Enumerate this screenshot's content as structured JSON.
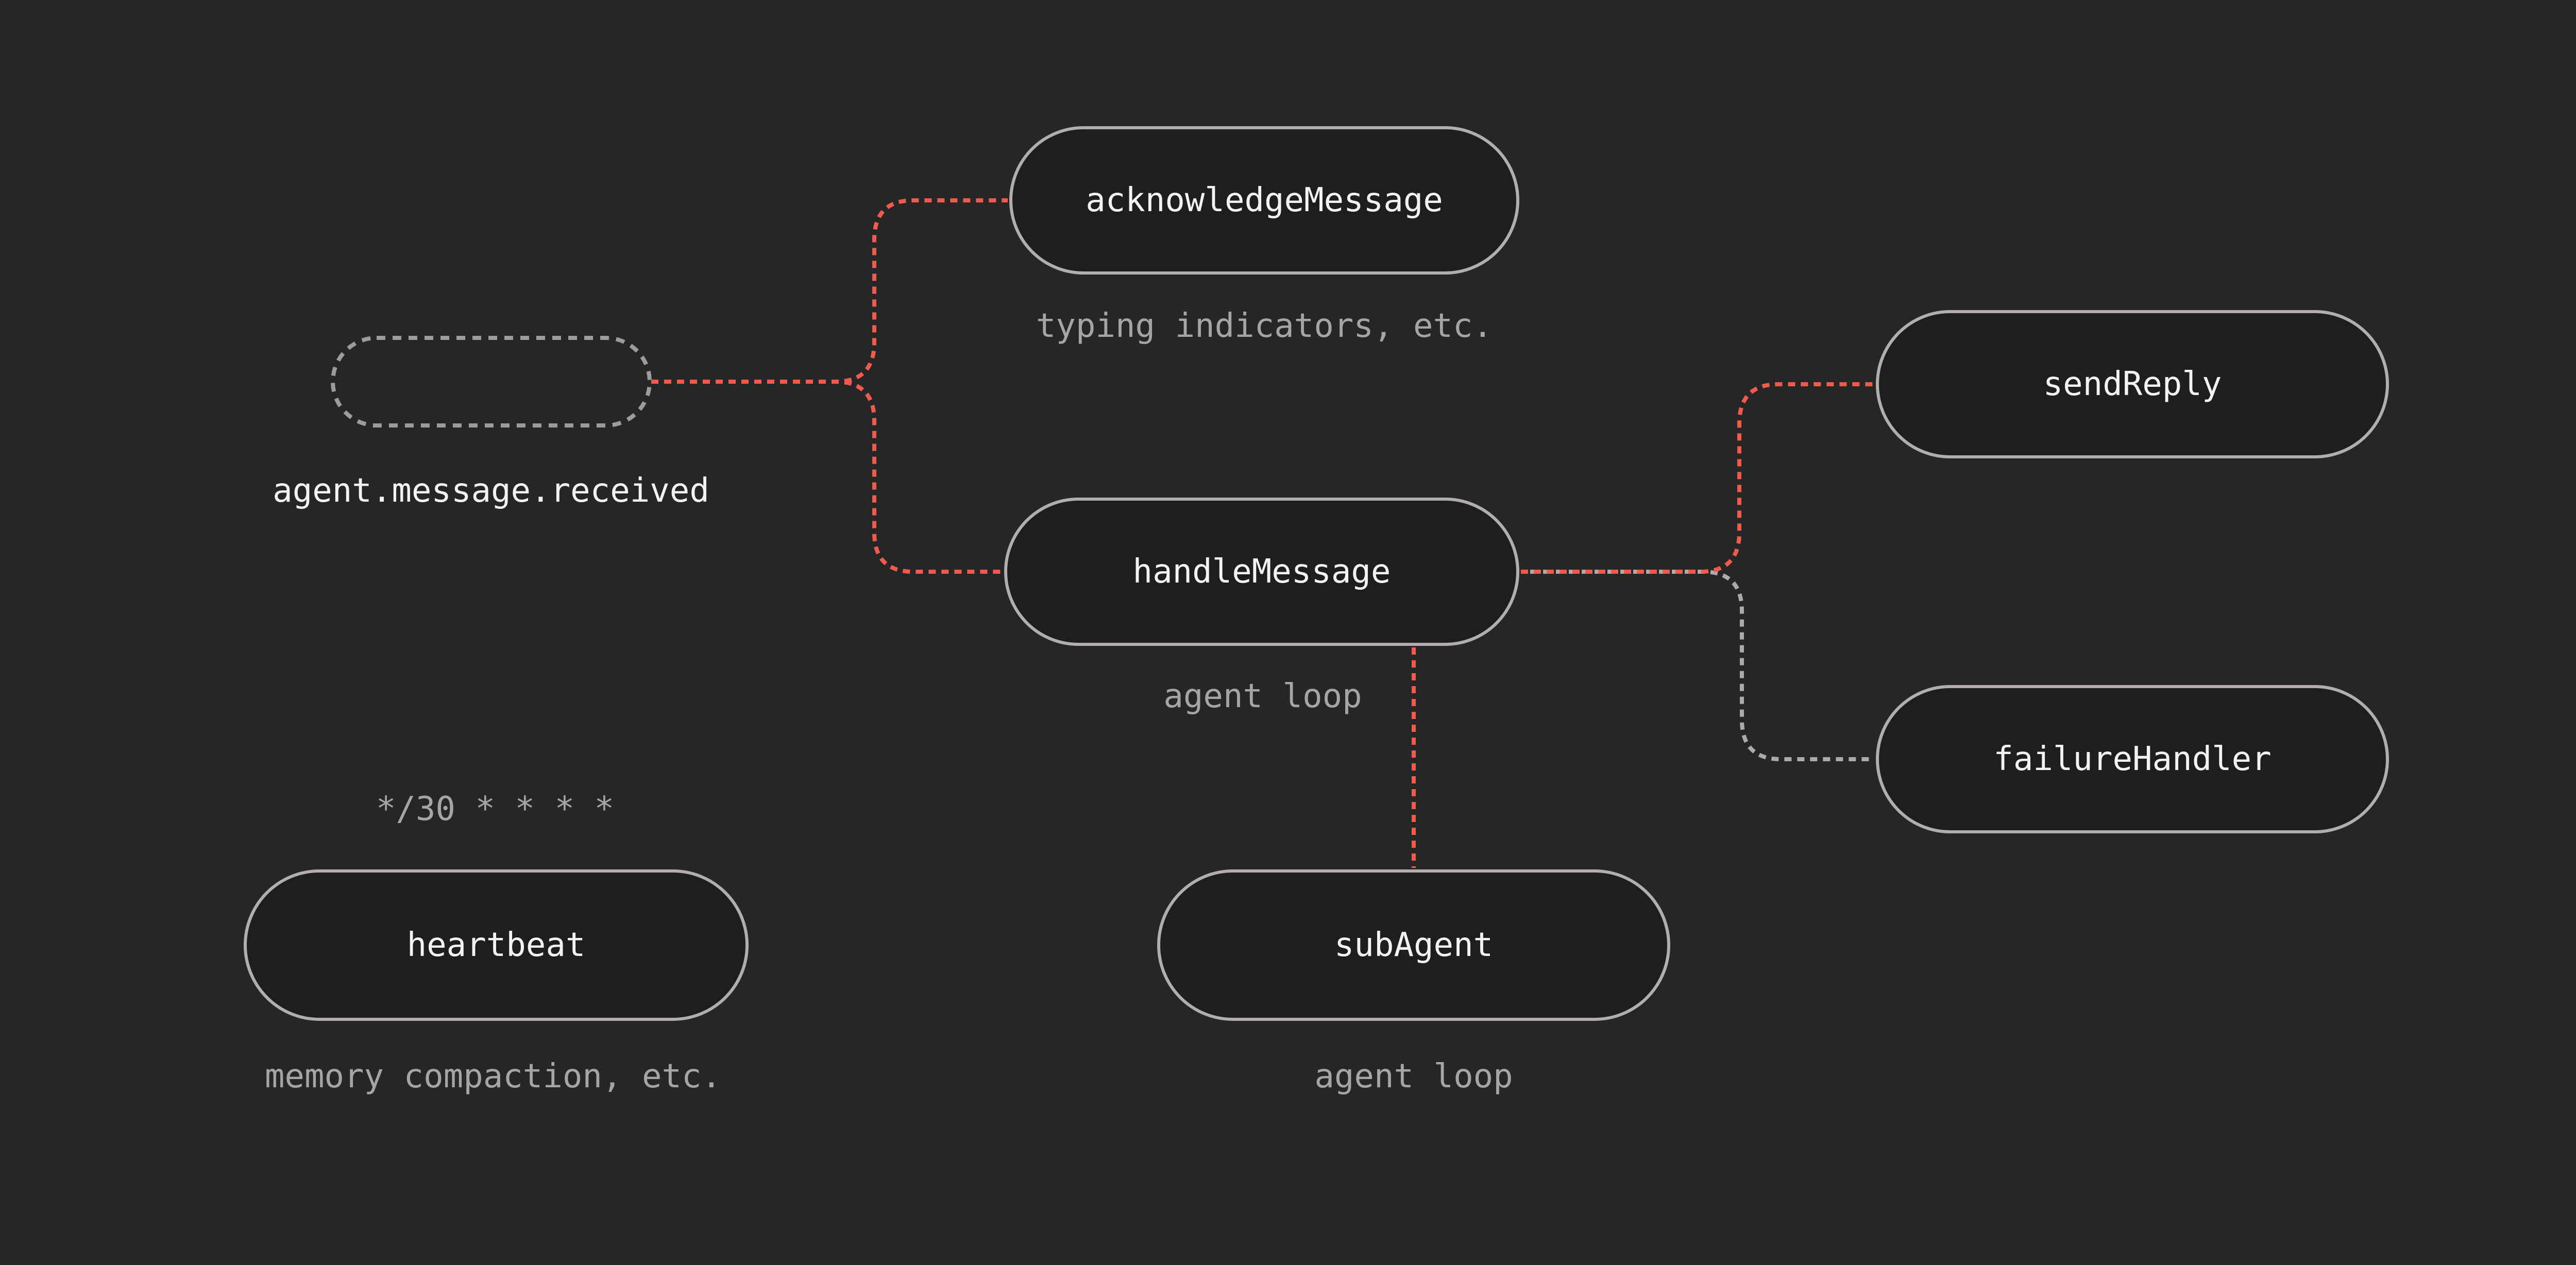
{
  "diagram": {
    "background": "#262627",
    "colors": {
      "node_fill": "#1e1e1f",
      "node_border": "#b3aeae",
      "label_text": "#f5f3f1",
      "caption_text": "#a8a4a3",
      "edge_active": "#f05b4e",
      "edge_inactive": "#aeaaa9",
      "trigger_border": "#9c9c9c"
    },
    "trigger": {
      "label": "agent.message.received"
    },
    "nodes": {
      "acknowledge": {
        "label": "acknowledgeMessage",
        "caption": "typing indicators, etc."
      },
      "handle": {
        "label": "handleMessage",
        "caption": "agent loop"
      },
      "send_reply": {
        "label": "sendReply"
      },
      "failure": {
        "label": "failureHandler"
      },
      "heartbeat": {
        "label": "heartbeat",
        "schedule": "*/30 * * * *",
        "caption": "memory compaction, etc."
      },
      "sub_agent": {
        "label": "subAgent",
        "caption": "agent loop"
      }
    },
    "edges": [
      {
        "from": "agent.message.received",
        "to": "acknowledgeMessage",
        "style": "active"
      },
      {
        "from": "agent.message.received",
        "to": "handleMessage",
        "style": "active"
      },
      {
        "from": "handleMessage",
        "to": "sendReply",
        "style": "active"
      },
      {
        "from": "handleMessage",
        "to": "failureHandler",
        "style": "inactive"
      },
      {
        "from": "handleMessage",
        "to": "subAgent",
        "style": "active"
      }
    ]
  }
}
